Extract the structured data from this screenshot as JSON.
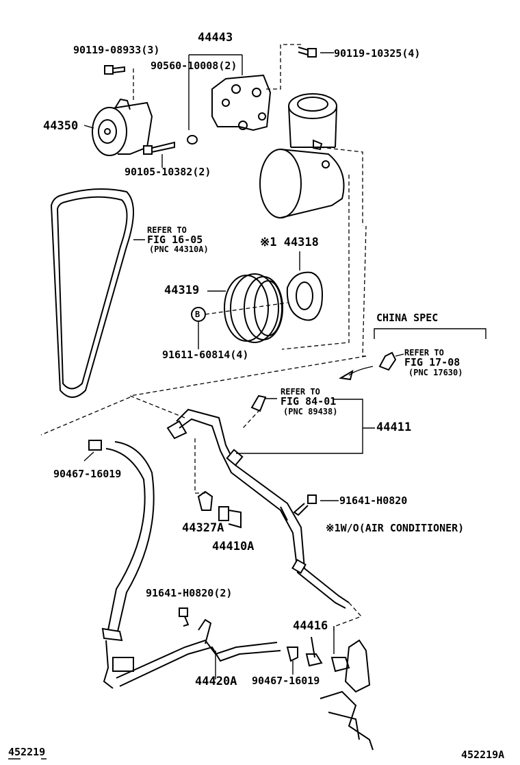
{
  "diagram": {
    "part_labels": {
      "p44443": "44443",
      "p90119_08933": "90119-08933(3)",
      "p90560_10008": "90560-10008(2)",
      "p90119_10325": "90119-10325(4)",
      "p44350": "44350",
      "p90105_10382": "90105-10382(2)",
      "p44318": "※1 44318",
      "p44319": "44319",
      "p91611_60814": "91611-60814(4)",
      "p44411": "44411",
      "p90467_16019_a": "90467-16019",
      "p91641_h0820": "91641-H0820",
      "p44327a": "44327A",
      "p44410a": "44410A",
      "p91641_h0820_2": "91641-H0820(2)",
      "p44416": "44416",
      "p44420a": "44420A",
      "p90467_16019_b": "90467-16019",
      "circle_b": "B"
    },
    "refer_1": {
      "line1": "REFER TO",
      "line2": "FIG 16-05",
      "line3": "(PNC 44310A)"
    },
    "refer_2": {
      "line1": "REFER TO",
      "line2": "FIG 17-08",
      "line3": "(PNC 17630)"
    },
    "refer_3": {
      "line1": "REFER TO",
      "line2": "FIG 84-01",
      "line3": "(PNC 89438)"
    },
    "china_spec": "CHINA SPEC",
    "note": "※1W/O(AIR CONDITIONER)",
    "footer_left": "452219",
    "footer_right": "452219A"
  }
}
